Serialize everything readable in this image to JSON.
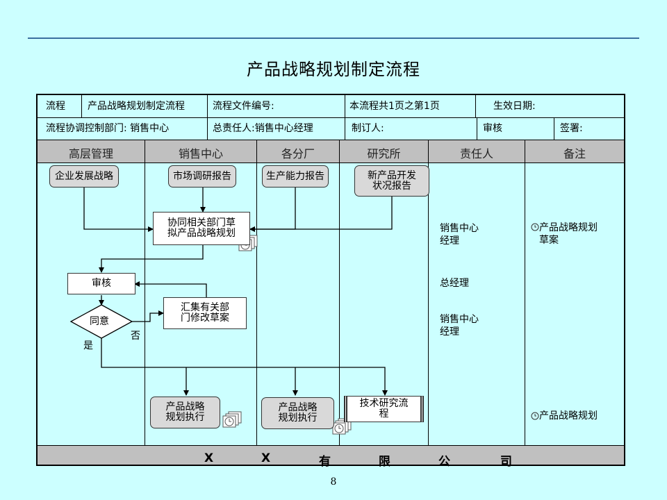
{
  "title": "产品战略规划制定流程",
  "page_number": "8",
  "header": {
    "row1": {
      "c1": "流程",
      "c2": "产品战略规划制定流程",
      "c3": "流程文件编号:",
      "c4": "本流程共1页之第1页",
      "c5": "生效日期:"
    },
    "row2": {
      "c1": "流程协调控制部门: 销售中心",
      "c2": "总责任人:销售中心经理",
      "c3": "制订人:",
      "c4": "审核",
      "c5": "签署:"
    }
  },
  "lanes": [
    "高层管理",
    "销售中心",
    "各分厂",
    "研究所",
    "责任人",
    "备注"
  ],
  "nodes": {
    "enterprise_strategy": "企业发展战略",
    "market_report": "市场调研报告",
    "capacity_report": "生产能力报告",
    "new_product_report_l1": "新产品开发",
    "new_product_report_l2": "状况报告",
    "draft_l1": "协同相关部门草",
    "draft_l2": "拟产品战略规划",
    "review": "审核",
    "agree": "同意",
    "collect_l1": "汇集有关部",
    "collect_l2": "门修改草案",
    "exec_sales_l1": "产品战略",
    "exec_sales_l2": "规划执行",
    "exec_factory_l1": "产品战略",
    "exec_factory_l2": "规划执行",
    "tech_l1": "技术研究流",
    "tech_l2": "程",
    "no_label": "否",
    "yes_label": "是"
  },
  "responsible": {
    "r1_l1": "销售中心",
    "r1_l2": "经理",
    "r2": "总经理",
    "r3_l1": "销售中心",
    "r3_l2": "经理"
  },
  "notes": {
    "n1_l1": "产品战略规划",
    "n1_l2": "草案",
    "n2": "产品战略规划"
  },
  "footer_chars": [
    "X",
    "X",
    "有",
    "限",
    "公",
    "司"
  ],
  "colors": {
    "background": "#ccffff",
    "lane_header_bg": "#c0c0c0",
    "footer_bg": "#c0c0c0",
    "node_fill": "#d9d9d9",
    "rule": "#3a6f9e"
  }
}
